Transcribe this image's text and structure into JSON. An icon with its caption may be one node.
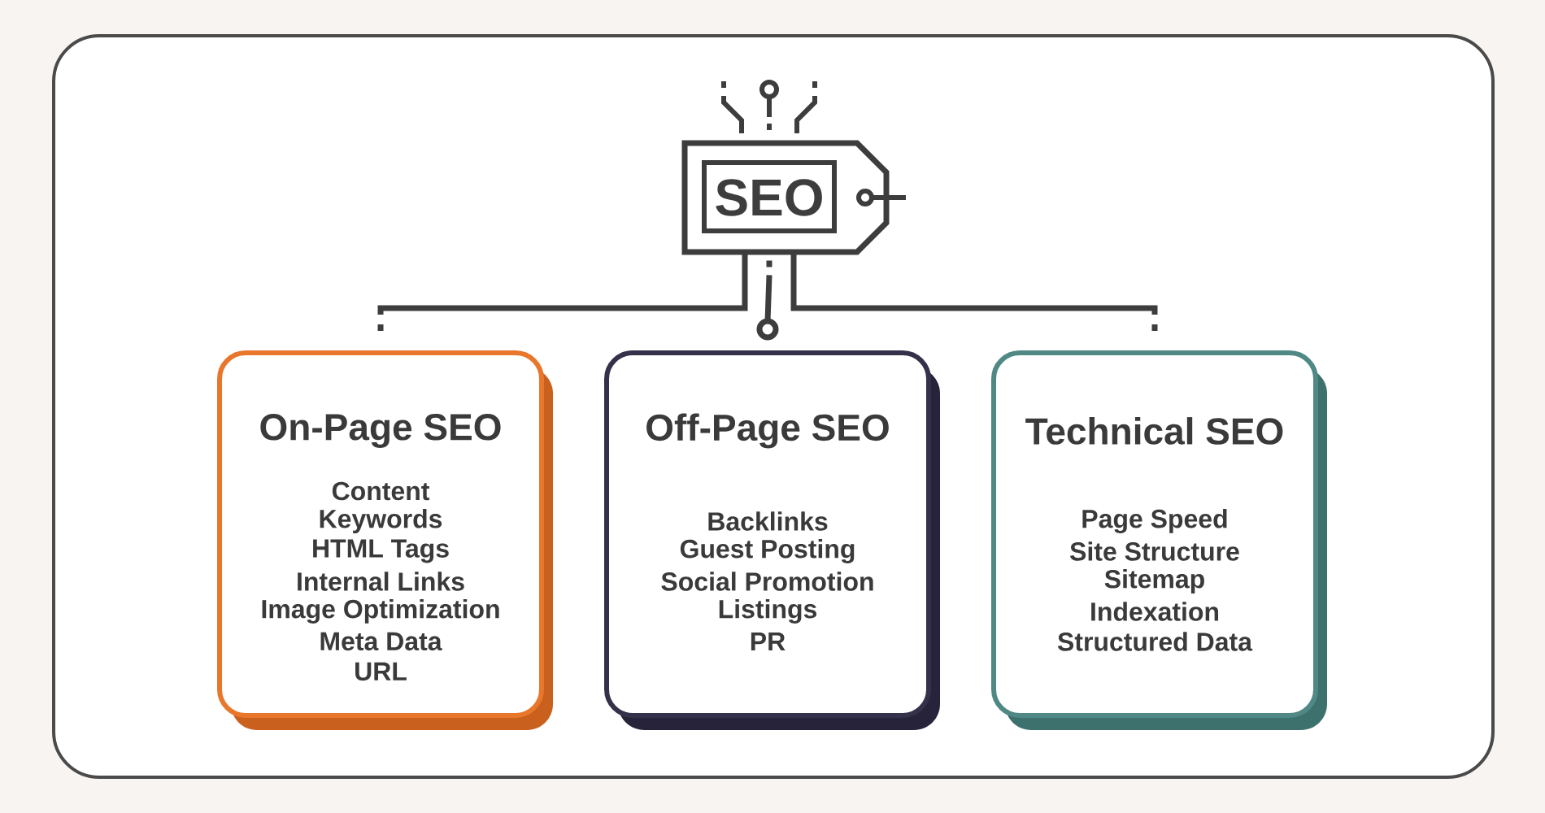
{
  "diagram": {
    "nodes": [
      {
        "text": [
          "SEO"
        ]
      },
      {
        "text": [
          "On-Page SEO",
          "Content",
          "Keywords",
          "HTML Tags",
          "Internal Links",
          "Image Optimization",
          "Meta Data",
          "URL"
        ]
      },
      {
        "text": [
          "Off-Page SEO",
          "Backlinks",
          "Guest Posting",
          "Social Promotion",
          "Listings",
          "PR"
        ]
      },
      {
        "text": [
          "Technical SEO",
          "Page Speed",
          "Site Structure",
          "Sitemap",
          "Indexation",
          "Structured Data"
        ]
      }
    ],
    "edges": [
      {
        "from": 0,
        "to": 1,
        "arrow": "none"
      },
      {
        "from": 0,
        "to": 2,
        "arrow": "to"
      },
      {
        "from": 0,
        "to": 3,
        "arrow": "none"
      }
    ]
  }
}
